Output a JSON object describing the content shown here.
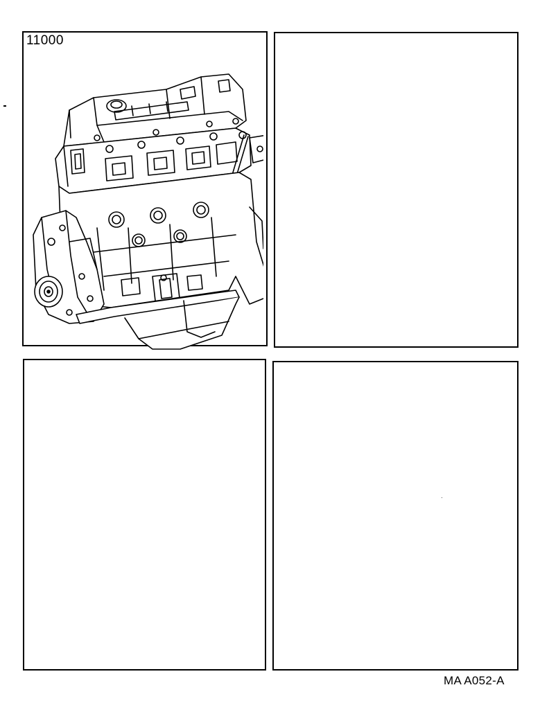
{
  "panels": [
    {
      "id": "panel-engine-assembly",
      "part_number": "11000",
      "illustration": "engine-block-assembly"
    },
    {
      "id": "panel-empty-top-right"
    },
    {
      "id": "panel-empty-bottom-left"
    },
    {
      "id": "panel-empty-bottom-right"
    }
  ],
  "footer": {
    "drawing_code": "MA A052-A"
  }
}
